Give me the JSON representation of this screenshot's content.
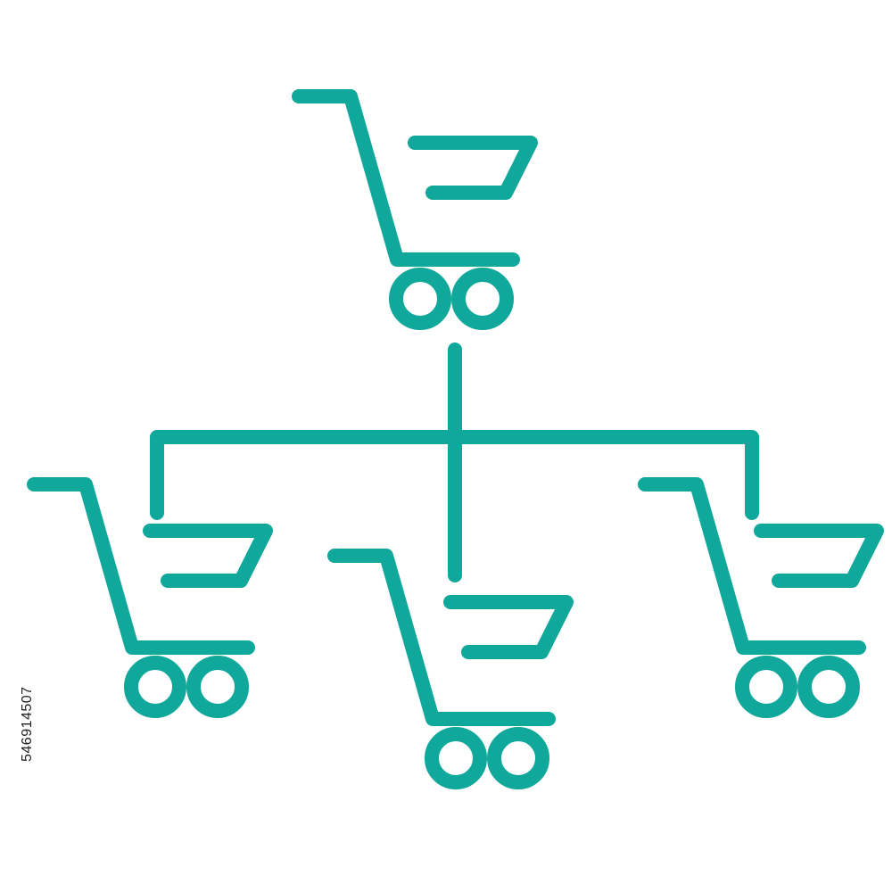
{
  "diagram": {
    "type": "hierarchy",
    "root": {
      "icon": "shopping-cart-icon"
    },
    "children": [
      {
        "icon": "shopping-cart-icon"
      },
      {
        "icon": "shopping-cart-icon"
      },
      {
        "icon": "shopping-cart-icon"
      }
    ],
    "connector_icon": "org-chart-connector"
  },
  "colors": {
    "stroke": "#0fa89a",
    "background": "#ffffff"
  },
  "stock_id": "546914507"
}
